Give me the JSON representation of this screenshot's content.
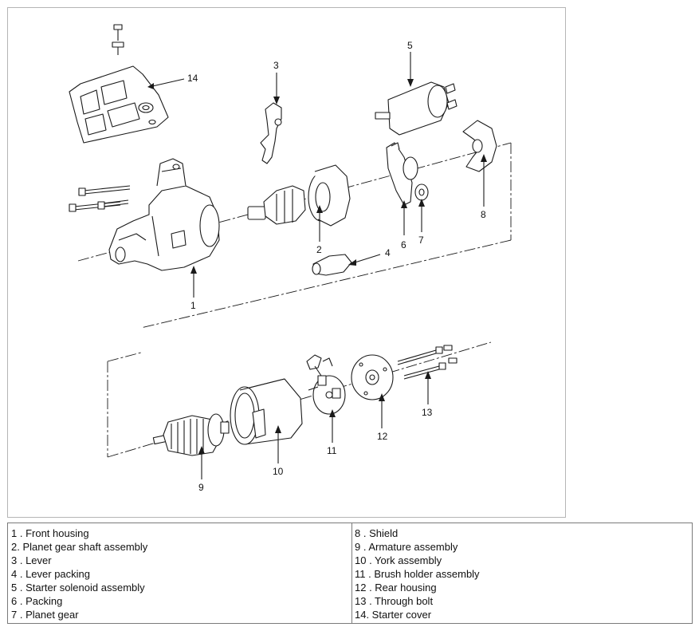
{
  "callouts": {
    "c1": "1",
    "c2": "2",
    "c3": "3",
    "c4": "4",
    "c5": "5",
    "c6": "6",
    "c7": "7",
    "c8": "8",
    "c9": "9",
    "c10": "10",
    "c11": "11",
    "c12": "12",
    "c13": "13",
    "c14": "14"
  },
  "legend": {
    "left": [
      "1 . Front housing",
      "2. Planet gear shaft assembly",
      "3 . Lever",
      "4 . Lever packing",
      "5 . Starter solenoid assembly",
      "6 . Packing",
      "7 . Planet gear"
    ],
    "right": [
      "8 . Shield",
      "9 . Armature assembly",
      "10 . York assembly",
      "11 . Brush holder assembly",
      "12 . Rear housing",
      "13 . Through bolt",
      "14. Starter cover"
    ]
  }
}
